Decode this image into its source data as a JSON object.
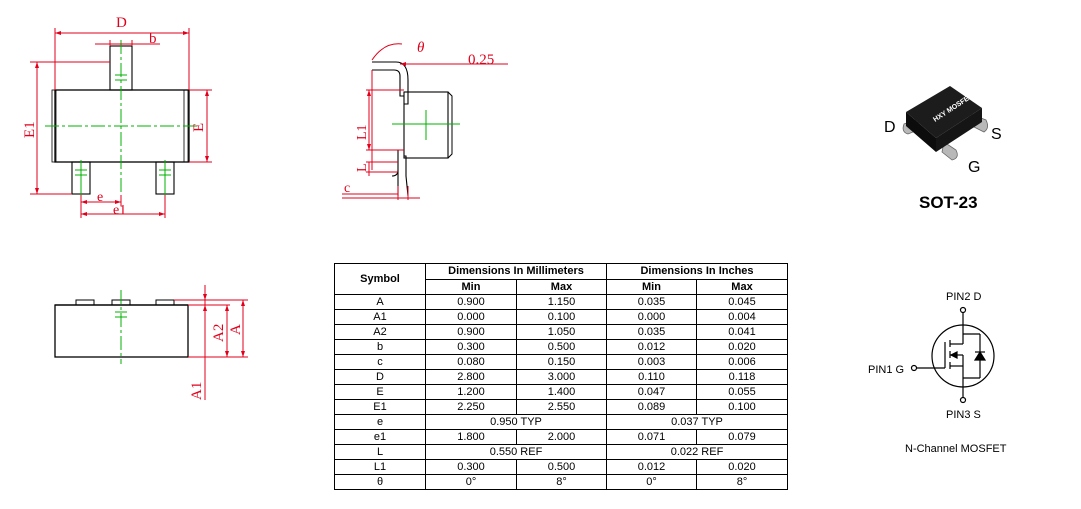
{
  "drawing_labels": {
    "D": "D",
    "b": "b",
    "E1": "E1",
    "E": "E",
    "e": "e",
    "e1": "e1",
    "theta": "θ",
    "dim_025": "0.25",
    "L1": "L1",
    "L": "L",
    "c": "c",
    "A1": "A1",
    "A2": "A2",
    "A": "A"
  },
  "package": {
    "marking": "HXY MOSFET",
    "pin_d": "D",
    "pin_s": "S",
    "pin_g": "G",
    "name": "SOT-23"
  },
  "schematic": {
    "pin2": "PIN2  D",
    "pin1": "PIN1  G",
    "pin3": "PIN3  S",
    "caption": "N-Channel MOSFET"
  },
  "table": {
    "symbol_header": "Symbol",
    "mm_header": "Dimensions In Millimeters",
    "in_header": "Dimensions In Inches",
    "min": "Min",
    "max": "Max",
    "rows": [
      {
        "symbol": "A",
        "mm_min": "0.900",
        "mm_max": "1.150",
        "in_min": "0.035",
        "in_max": "0.045"
      },
      {
        "symbol": "A1",
        "mm_min": "0.000",
        "mm_max": "0.100",
        "in_min": "0.000",
        "in_max": "0.004"
      },
      {
        "symbol": "A2",
        "mm_min": "0.900",
        "mm_max": "1.050",
        "in_min": "0.035",
        "in_max": "0.041"
      },
      {
        "symbol": "b",
        "mm_min": "0.300",
        "mm_max": "0.500",
        "in_min": "0.012",
        "in_max": "0.020"
      },
      {
        "symbol": "c",
        "mm_min": "0.080",
        "mm_max": "0.150",
        "in_min": "0.003",
        "in_max": "0.006"
      },
      {
        "symbol": "D",
        "mm_min": "2.800",
        "mm_max": "3.000",
        "in_min": "0.110",
        "in_max": "0.118"
      },
      {
        "symbol": "E",
        "mm_min": "1.200",
        "mm_max": "1.400",
        "in_min": "0.047",
        "in_max": "0.055"
      },
      {
        "symbol": "E1",
        "mm_min": "2.250",
        "mm_max": "2.550",
        "in_min": "0.089",
        "in_max": "0.100"
      },
      {
        "symbol": "e",
        "mm_typ": "0.950 TYP",
        "in_typ": "0.037 TYP"
      },
      {
        "symbol": "e1",
        "mm_min": "1.800",
        "mm_max": "2.000",
        "in_min": "0.071",
        "in_max": "0.079"
      },
      {
        "symbol": "L",
        "mm_typ": "0.550 REF",
        "in_typ": "0.022 REF"
      },
      {
        "symbol": "L1",
        "mm_min": "0.300",
        "mm_max": "0.500",
        "in_min": "0.012",
        "in_max": "0.020"
      },
      {
        "symbol": "θ",
        "mm_min": "0°",
        "mm_max": "8°",
        "in_min": "0°",
        "in_max": "8°"
      }
    ]
  },
  "colors": {
    "dimension": "#e0001b",
    "centerline": "#00b000",
    "outline": "#000000"
  }
}
